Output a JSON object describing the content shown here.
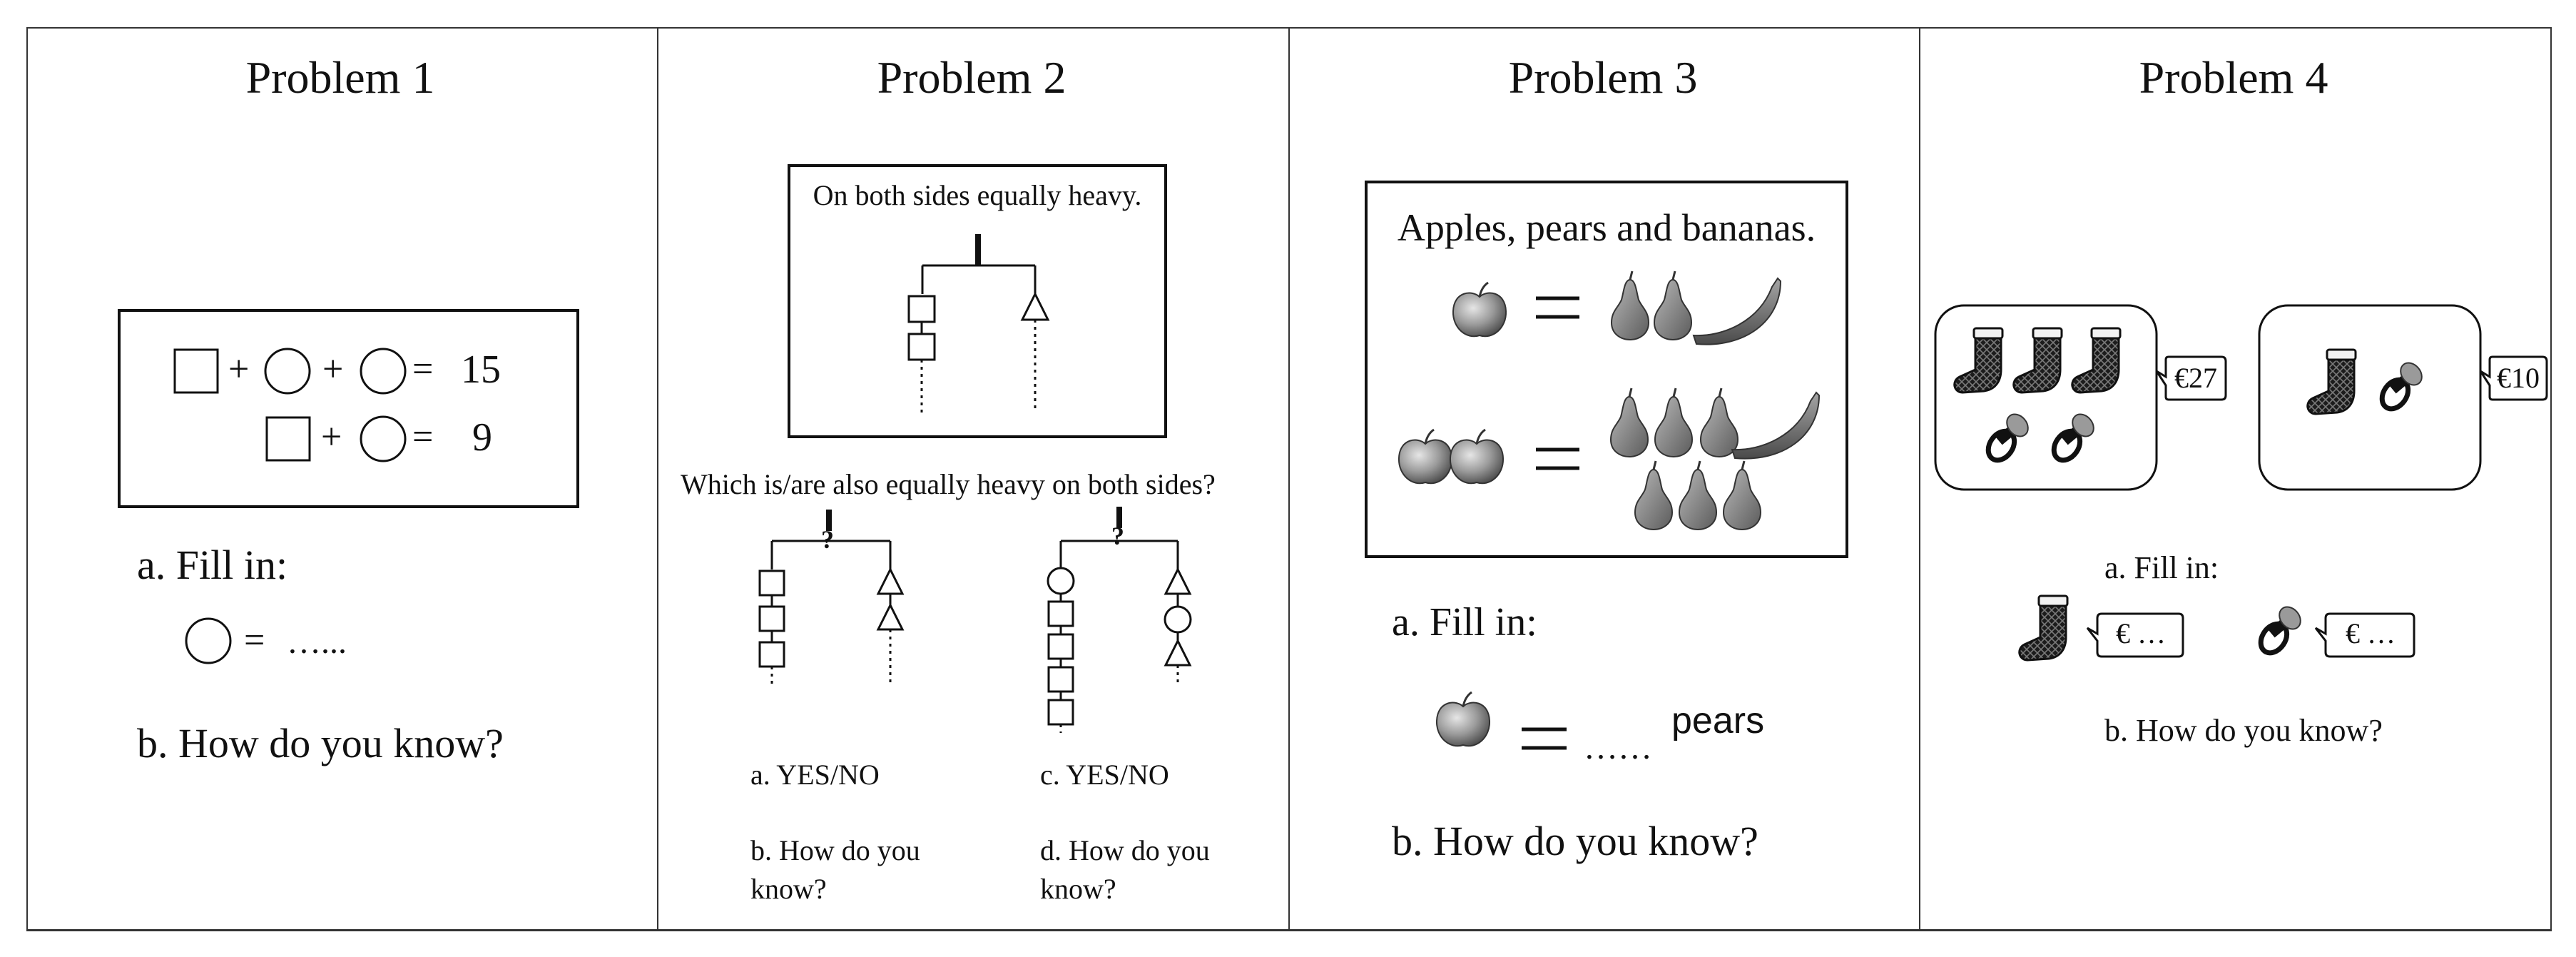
{
  "problems": [
    {
      "title": "Problem 1",
      "row1_op1": "+",
      "row1_op2": "+",
      "row1_eq": "=",
      "row1_value": "15",
      "row2_op1": "+",
      "row2_eq": "=",
      "row2_value": "9",
      "fill_label": "a. Fill in:",
      "answer_eq": "=",
      "answer_blank": "…...",
      "how_label": "b. How do you know?"
    },
    {
      "title": "Problem 2",
      "box_caption": "On both sides equally heavy.",
      "question": "Which is/are also equally heavy on both sides?",
      "mark": "?",
      "a_label": "a. YES/NO",
      "c_label": "c. YES/NO",
      "b_label_line1": "b. How do you",
      "b_label_line2": "know?",
      "d_label_line1": "d. How do you",
      "d_label_line2": "know?"
    },
    {
      "title": "Problem 3",
      "box_caption": "Apples, pears and bananas.",
      "eq": "=",
      "fill_label": "a. Fill in:",
      "answer_blank": "……",
      "answer_unit": "pears",
      "how_label": "b. How do you know?"
    },
    {
      "title": "Problem 4",
      "price1": "€27",
      "price2": "€10",
      "fill_label": "a. Fill in:",
      "blank1": "€ …",
      "blank2": "€ …",
      "how_label": "b. How do you know?"
    }
  ],
  "colors": {
    "ink": "#111111",
    "fruit_gray": "#8a8a8a",
    "sock_dark": "#1c1c1c"
  }
}
